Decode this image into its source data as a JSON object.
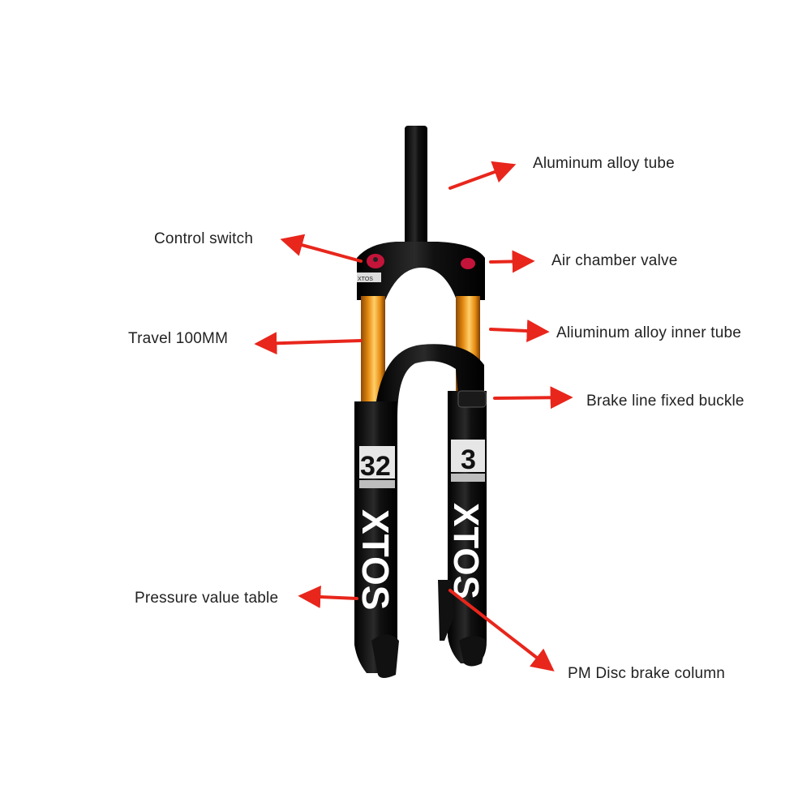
{
  "colors": {
    "background": "#ffffff",
    "arrow": "#e8261c",
    "fork_body": "#0b0b0b",
    "stanchion_orange": "#e58a10",
    "crown_cap": "#c4143a",
    "text": "#222222"
  },
  "fork_graphics": {
    "left_leg_number": "32",
    "right_leg_number": "3",
    "brand_mark": "XTOS",
    "logo_strip_text": "XTOS"
  },
  "callouts": [
    {
      "id": "aluminum-alloy-tube",
      "label": "Aluminum alloy tube"
    },
    {
      "id": "control-switch",
      "label": "Control switch"
    },
    {
      "id": "air-chamber-valve",
      "label": "Air chamber valve"
    },
    {
      "id": "travel",
      "label": "Travel 100MM"
    },
    {
      "id": "inner-tube",
      "label": "Aliuminum alloy inner tube"
    },
    {
      "id": "brake-line-buckle",
      "label": "Brake line fixed buckle"
    },
    {
      "id": "pressure-value-table",
      "label": "Pressure value table"
    },
    {
      "id": "pm-disc-brake-column",
      "label": "PM Disc brake column"
    }
  ]
}
